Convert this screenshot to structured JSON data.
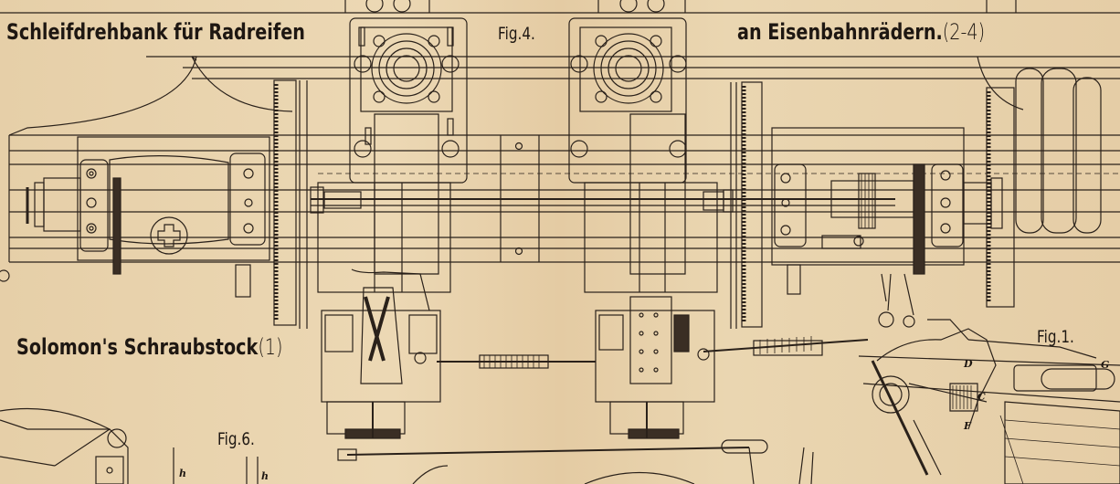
{
  "captions": {
    "title_left": "Schleifdrehbank für Radreifen",
    "title_right": "an Eisenbahnrädern.",
    "title_right_ref": "(2-4)",
    "fig4": "Fig.4.",
    "solomon": "Solomon's Schraubstock",
    "solomon_ref": "(1)",
    "fig1": "Fig.1.",
    "fig6": "Fig.6."
  },
  "part_letters": {
    "D": "D",
    "C": "C",
    "F": "F",
    "G": "G",
    "h": "h",
    "h2": "h"
  },
  "colors": {
    "paper": "#e8d2ad",
    "ink": "#1e1712"
  }
}
